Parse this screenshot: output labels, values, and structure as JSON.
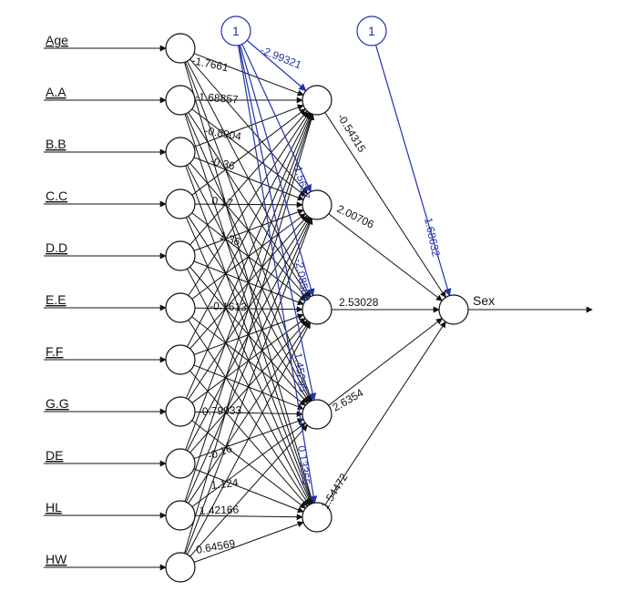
{
  "diagram": {
    "inputs": [
      "Age",
      "A.A",
      "B.B",
      "C.C",
      "D.D",
      "E.E",
      "F.F",
      "G.G",
      "DE",
      "HL",
      "HW"
    ],
    "output_label": "Sex",
    "bias_label": "1",
    "hidden_count": 5,
    "input_to_hidden_weight_labels": [
      {
        "text": "-1.7661",
        "from": 0,
        "to": 0
      },
      {
        "text": "-1.68857",
        "from": 1,
        "to": 0
      },
      {
        "text": "-0.8904",
        "from": 2,
        "to": 0
      },
      {
        "text": "0.17",
        "from": 3,
        "to": 1
      },
      {
        "text": "-0.36",
        "from": 2,
        "to": 1
      },
      {
        "text": "1.36",
        "from": 4,
        "to": 1
      },
      {
        "text": "-0.1613",
        "from": 5,
        "to": 2
      },
      {
        "text": "-0.79933",
        "from": 7,
        "to": 3
      },
      {
        "text": "-0.16",
        "from": 8,
        "to": 3
      },
      {
        "text": "1.124",
        "from": 9,
        "to": 4
      },
      {
        "text": "1.42166",
        "from": 9,
        "to": 4
      },
      {
        "text": "0.64569",
        "from": 10,
        "to": 4
      }
    ],
    "bias_to_hidden_weight_labels": [
      "-2.99321",
      "-1.5657",
      "-2.08569",
      "1.45295",
      "0.13365"
    ],
    "hidden_to_output_weight_labels": [
      "-0.54315",
      "2.00706",
      "2.53028",
      "2.6354",
      "1.54472"
    ],
    "bias_to_output_weight_label": "1.68632",
    "colors": {
      "edge": "#111111",
      "bias_edge": "#2233aa",
      "node_stroke": "#111111",
      "node_fill": "#ffffff"
    }
  }
}
